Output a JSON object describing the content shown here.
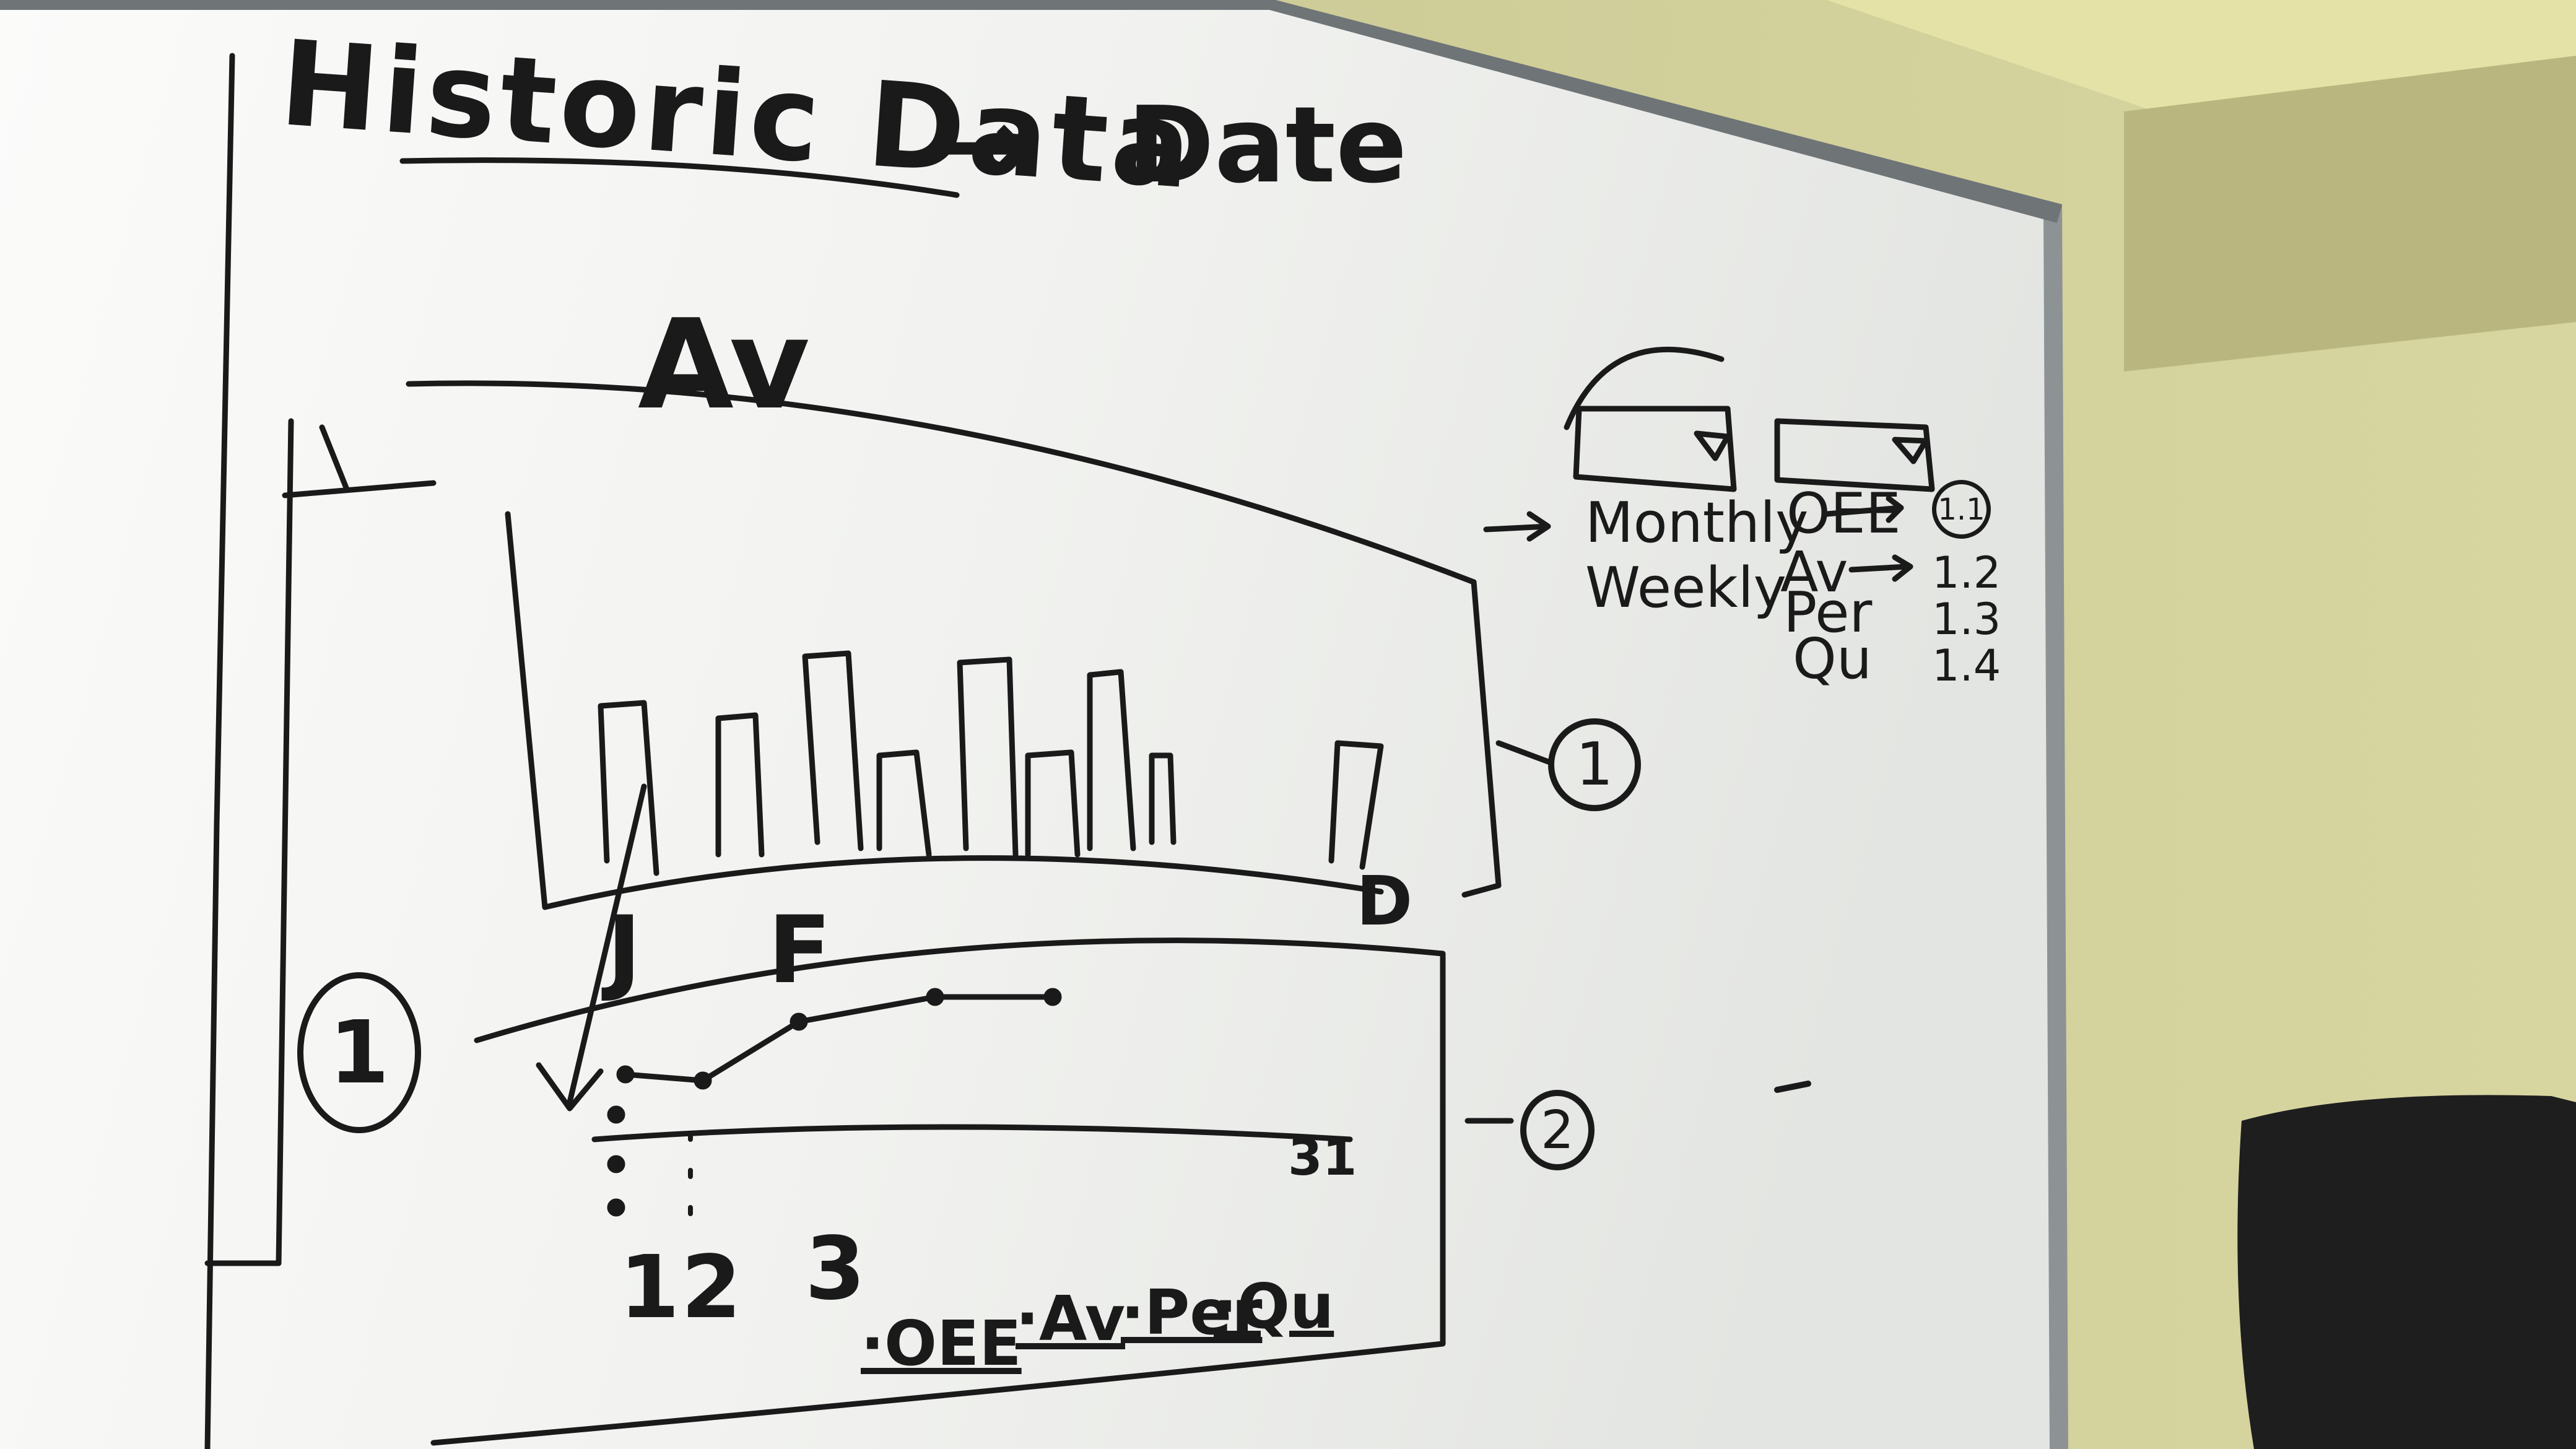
{
  "whiteboard": {
    "title": "Historic Data",
    "arrow": "→",
    "date_label": "Date",
    "chart1_title": "Av",
    "month_labels": [
      "J",
      "F",
      "D"
    ],
    "panel_markers": [
      "1",
      "2",
      "1"
    ],
    "line_chart_end_label": "31",
    "x_ticks": [
      "1",
      "2",
      "3"
    ],
    "legend_items": [
      "·OEE",
      "·Av",
      "·Per",
      "·Qu"
    ],
    "period_dropdown": {
      "options": [
        "Monthly",
        "Weekly"
      ]
    },
    "metric_dropdown": {
      "items": [
        {
          "metric": "OEE",
          "code": "1.1"
        },
        {
          "metric": "Av",
          "code": "1.2"
        },
        {
          "metric": "Per",
          "code": "1.3"
        },
        {
          "metric": "Qu",
          "code": "1.4"
        }
      ]
    }
  },
  "colors": {
    "wall": "#c9c79a",
    "wall_light": "#dcda9f",
    "board": "#f2f3f0",
    "board_frame": "#8d9295",
    "ink": "#1a1a1a",
    "chair": "#1e1e1f"
  }
}
